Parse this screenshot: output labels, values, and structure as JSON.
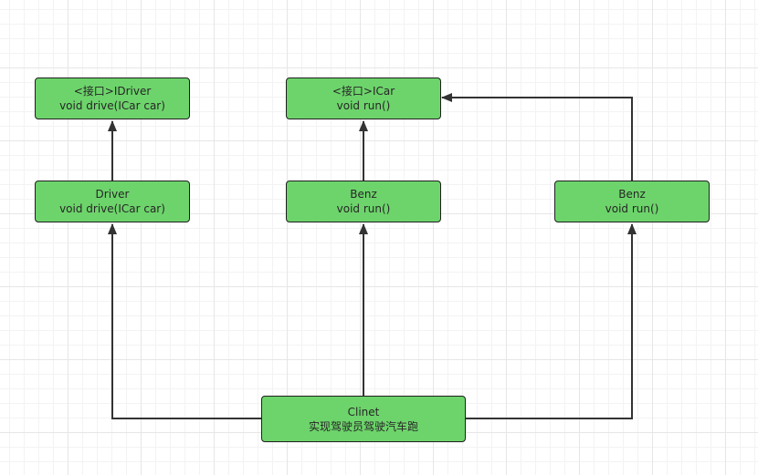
{
  "diagram": {
    "nodes": {
      "idriver": {
        "line1": "<接口>IDriver",
        "line2": "void drive(ICar car)"
      },
      "icar": {
        "line1": "<接口>ICar",
        "line2": "void run()"
      },
      "driver": {
        "line1": "Driver",
        "line2": "void drive(ICar car)"
      },
      "benz1": {
        "line1": "Benz",
        "line2": "void run()"
      },
      "benz2": {
        "line1": "Benz",
        "line2": "void run()"
      },
      "client": {
        "line1": "Clinet",
        "line2": "实现驾驶员驾驶汽车跑"
      }
    },
    "edges": [
      {
        "from": "driver",
        "to": "idriver"
      },
      {
        "from": "benz1",
        "to": "icar"
      },
      {
        "from": "benz2",
        "to": "icar"
      },
      {
        "from": "client",
        "to": "driver"
      },
      {
        "from": "client",
        "to": "benz1"
      },
      {
        "from": "client",
        "to": "benz2"
      }
    ],
    "colors": {
      "node_fill": "#6dd46b",
      "node_border": "#1f1f1f",
      "connector": "#333333",
      "grid": "#e6e6e6"
    }
  }
}
